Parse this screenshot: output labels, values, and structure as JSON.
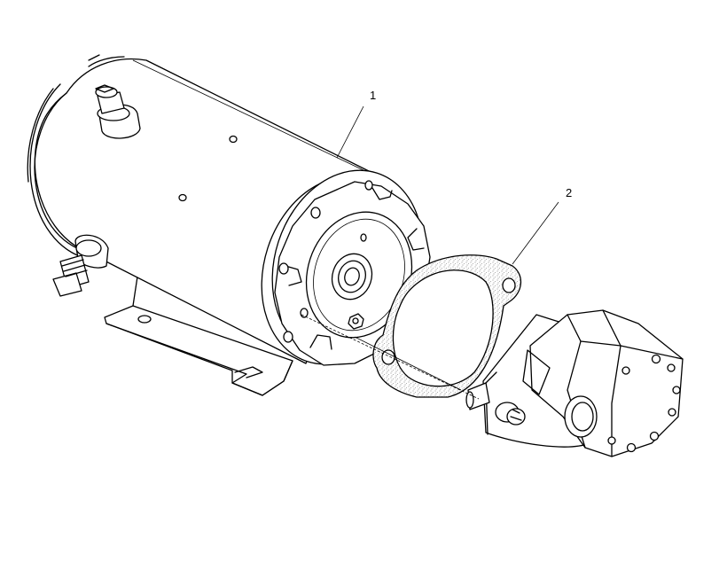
{
  "callouts": [
    {
      "id": "1",
      "label": "1"
    },
    {
      "id": "2",
      "label": "2"
    }
  ],
  "colors": {
    "ink": "#000000",
    "paper": "#ffffff",
    "gasket_speckle": "#888888"
  }
}
